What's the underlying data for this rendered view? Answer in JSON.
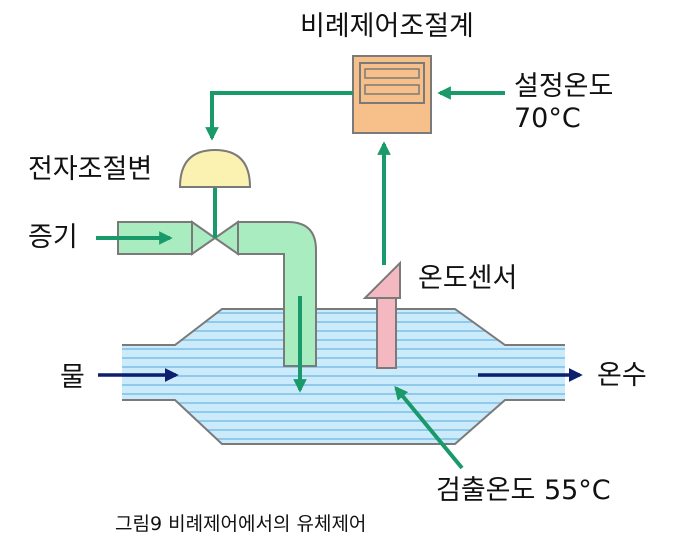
{
  "labels": {
    "controller": "비례제어조절계",
    "setpoint_name": "설정온도",
    "setpoint_value": "70°C",
    "valve": "전자조절변",
    "steam": "증기",
    "sensor": "온도센서",
    "water_in": "물",
    "water_out": "온수",
    "detected_temp": "검출온도 55°C"
  },
  "caption": "그림9 비례제어에서의 유체제어",
  "colors": {
    "flow_arrow": "#1a9a6a",
    "water_arrow": "#0d1f6e",
    "pipe_fill": "#a8ecc0",
    "tank_fill": "#c8e8f8",
    "tank_stripe": "#8ec9ec",
    "controller_fill": "#f7c08a",
    "valve_head": "#fbf1b0",
    "sensor_fill": "#f4b9c0"
  }
}
